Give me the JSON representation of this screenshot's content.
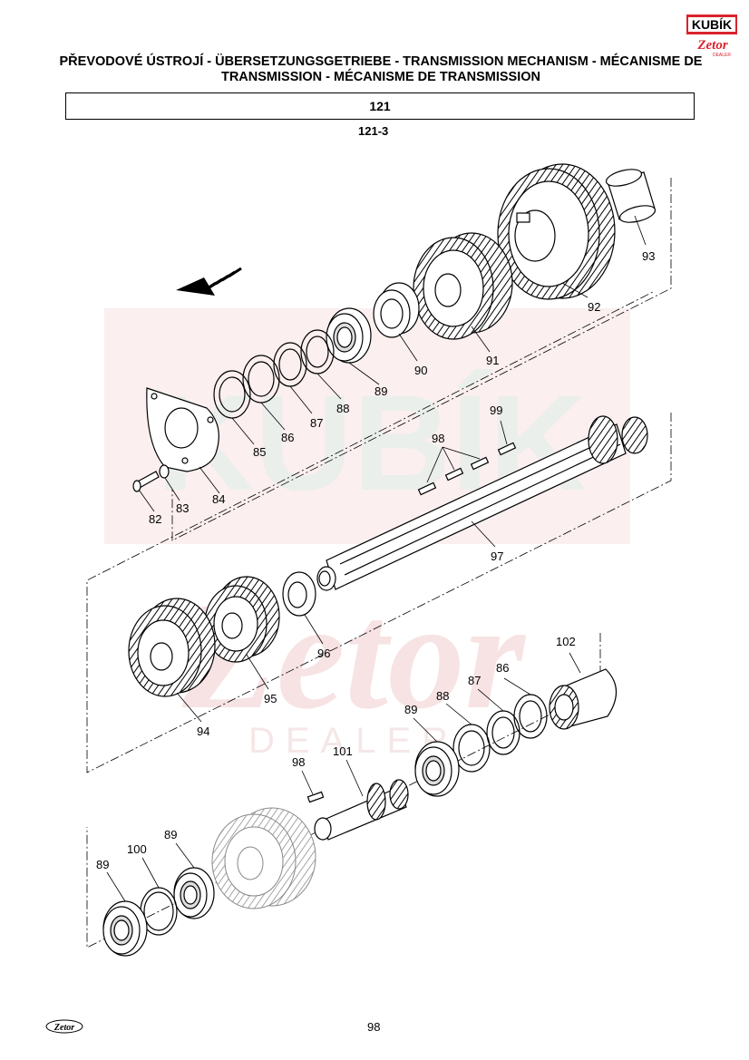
{
  "header": {
    "title": "PŘEVODOVÉ ÚSTROJÍ - ÜBERSETZUNGSGETRIEBE - TRANSMISSION MECHANISM - MÉCANISME DE TRANSMISSION - MÉCANISME DE TRANSMISSION",
    "section": "121",
    "subsection": "121-3"
  },
  "logo": {
    "brand": "KUBÍK",
    "sub": "Zetor",
    "dealer": "DEALER",
    "accent": "#d9232d"
  },
  "watermark": {
    "brand": "KUBÍK",
    "sub": "Zetor",
    "dealer": "DEALER",
    "color": "#f3d4d4"
  },
  "callouts": [
    {
      "id": "c93",
      "text": "93"
    },
    {
      "id": "c92",
      "text": "92"
    },
    {
      "id": "c91",
      "text": "91"
    },
    {
      "id": "c90",
      "text": "90"
    },
    {
      "id": "c89a",
      "text": "89"
    },
    {
      "id": "c88a",
      "text": "88"
    },
    {
      "id": "c87a",
      "text": "87"
    },
    {
      "id": "c86a",
      "text": "86"
    },
    {
      "id": "c85",
      "text": "85"
    },
    {
      "id": "c84",
      "text": "84"
    },
    {
      "id": "c83",
      "text": "83"
    },
    {
      "id": "c82",
      "text": "82"
    },
    {
      "id": "c99",
      "text": "99"
    },
    {
      "id": "c98a",
      "text": "98"
    },
    {
      "id": "c97",
      "text": "97"
    },
    {
      "id": "c96",
      "text": "96"
    },
    {
      "id": "c95",
      "text": "95"
    },
    {
      "id": "c94",
      "text": "94"
    },
    {
      "id": "c102",
      "text": "102"
    },
    {
      "id": "c86b",
      "text": "86"
    },
    {
      "id": "c87b",
      "text": "87"
    },
    {
      "id": "c88b",
      "text": "88"
    },
    {
      "id": "c89b",
      "text": "89"
    },
    {
      "id": "c101",
      "text": "101"
    },
    {
      "id": "c98b",
      "text": "98"
    },
    {
      "id": "c89c",
      "text": "89"
    },
    {
      "id": "c100",
      "text": "100"
    },
    {
      "id": "c89d",
      "text": "89"
    }
  ],
  "footer": {
    "page_number": "98",
    "brand": "Zetor"
  }
}
